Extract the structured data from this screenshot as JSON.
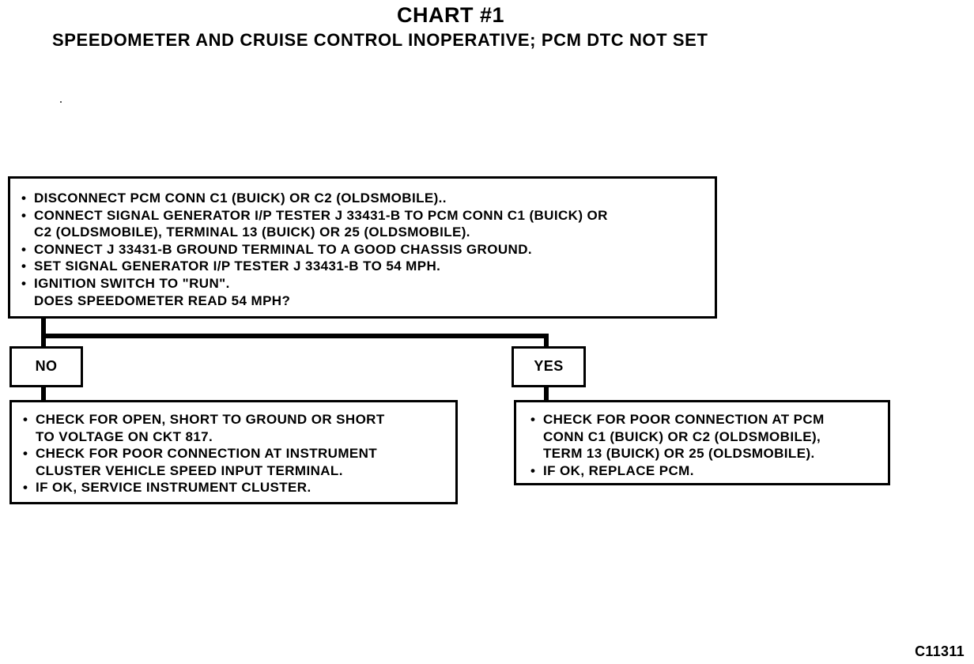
{
  "title": "CHART #1",
  "subtitle": "SPEEDOMETER AND CRUISE CONTROL INOPERATIVE; PCM DTC NOT SET",
  "main_box": {
    "items": [
      {
        "bullet": "•",
        "text": "DISCONNECT PCM CONN C1 (BUICK) OR C2 (OLDSMOBILE).."
      },
      {
        "bullet": "•",
        "text": "CONNECT SIGNAL GENERATOR I/P TESTER J 33431-B TO PCM CONN C1 (BUICK) OR"
      },
      {
        "bullet": "",
        "text": "C2 (OLDSMOBILE), TERMINAL 13 (BUICK) OR 25 (OLDSMOBILE)."
      },
      {
        "bullet": "•",
        "text": "CONNECT J 33431-B GROUND TERMINAL TO A GOOD CHASSIS GROUND."
      },
      {
        "bullet": "•",
        "text": "SET SIGNAL GENERATOR I/P TESTER J 33431-B TO 54 MPH."
      },
      {
        "bullet": "•",
        "text": "IGNITION SWITCH TO \"RUN\"."
      },
      {
        "bullet": "",
        "text": "DOES SPEEDOMETER READ 54 MPH?"
      }
    ]
  },
  "no_label": "NO",
  "yes_label": "YES",
  "no_result": {
    "items": [
      {
        "bullet": "•",
        "text": "CHECK FOR OPEN, SHORT TO GROUND OR SHORT"
      },
      {
        "bullet": "",
        "text": "TO VOLTAGE ON CKT 817."
      },
      {
        "bullet": "•",
        "text": "CHECK FOR POOR CONNECTION AT INSTRUMENT"
      },
      {
        "bullet": "",
        "text": "CLUSTER VEHICLE SPEED INPUT TERMINAL."
      },
      {
        "bullet": "•",
        "text": "IF OK, SERVICE INSTRUMENT CLUSTER."
      }
    ]
  },
  "yes_result": {
    "items": [
      {
        "bullet": "•",
        "text": "CHECK FOR POOR CONNECTION AT PCM"
      },
      {
        "bullet": "",
        "text": "CONN C1 (BUICK) OR C2 (OLDSMOBILE),"
      },
      {
        "bullet": "",
        "text": "TERM 13 (BUICK) OR 25 (OLDSMOBILE)."
      },
      {
        "bullet": "•",
        "text": "IF OK, REPLACE PCM."
      }
    ]
  },
  "figure_id": "C11311"
}
